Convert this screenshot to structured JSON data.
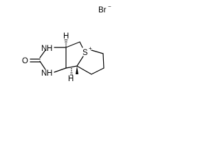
{
  "structure": {
    "counterion": {
      "symbol": "Br",
      "charge": "−"
    },
    "atoms": {
      "sulfur": "S",
      "sulfur_charge": "+",
      "nitrogen_top": "N",
      "nitrogen_top_h": "H",
      "nitrogen_bottom": "N",
      "nitrogen_bottom_h": "H",
      "oxygen": "O",
      "stereo_h_top": "H",
      "stereo_h_bottom": "H"
    }
  }
}
